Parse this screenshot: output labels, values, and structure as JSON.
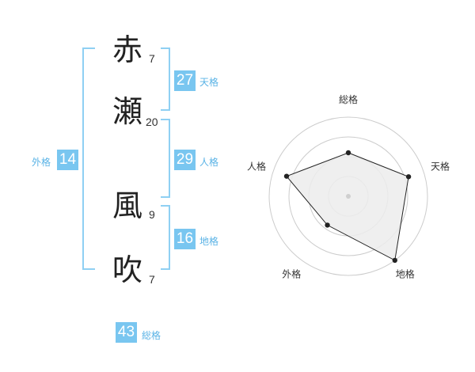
{
  "name": {
    "chars": [
      {
        "kanji": "赤",
        "strokes": "7"
      },
      {
        "kanji": "瀬",
        "strokes": "20"
      },
      {
        "kanji": "風",
        "strokes": "9"
      },
      {
        "kanji": "吹",
        "strokes": "7"
      }
    ]
  },
  "kakusu": {
    "tenkaku": {
      "value": "27",
      "label": "天格"
    },
    "jinkaku": {
      "value": "29",
      "label": "人格"
    },
    "chikaku": {
      "value": "16",
      "label": "地格"
    },
    "gaikaku": {
      "value": "14",
      "label": "外格"
    },
    "soukaku": {
      "value": "43",
      "label": "総格"
    }
  },
  "colors": {
    "accent": "#79c6f0",
    "bracket": "#8fd0f3",
    "label": "#5ab3e6"
  },
  "chart_data": {
    "type": "radar",
    "axes": [
      "総格",
      "天格",
      "地格",
      "外格",
      "人格"
    ],
    "values": [
      0.55,
      0.8,
      1.0,
      0.45,
      0.82
    ],
    "rmax": 1.0,
    "rings": 4,
    "grid": true
  }
}
